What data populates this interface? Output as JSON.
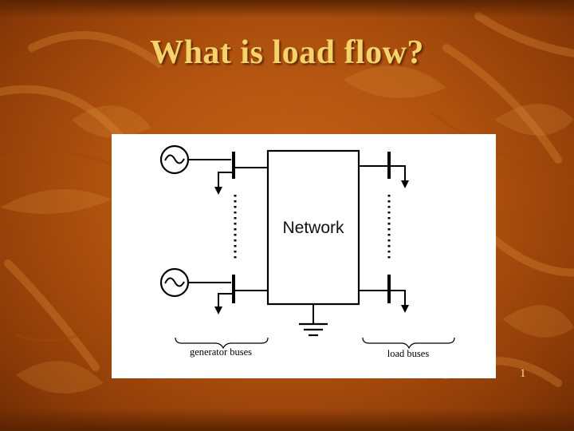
{
  "slide": {
    "title": "What is load flow?",
    "page_number": "1"
  },
  "diagram": {
    "network_label": "Network",
    "generator_group_label": "generator buses",
    "load_group_label": "load buses"
  }
}
